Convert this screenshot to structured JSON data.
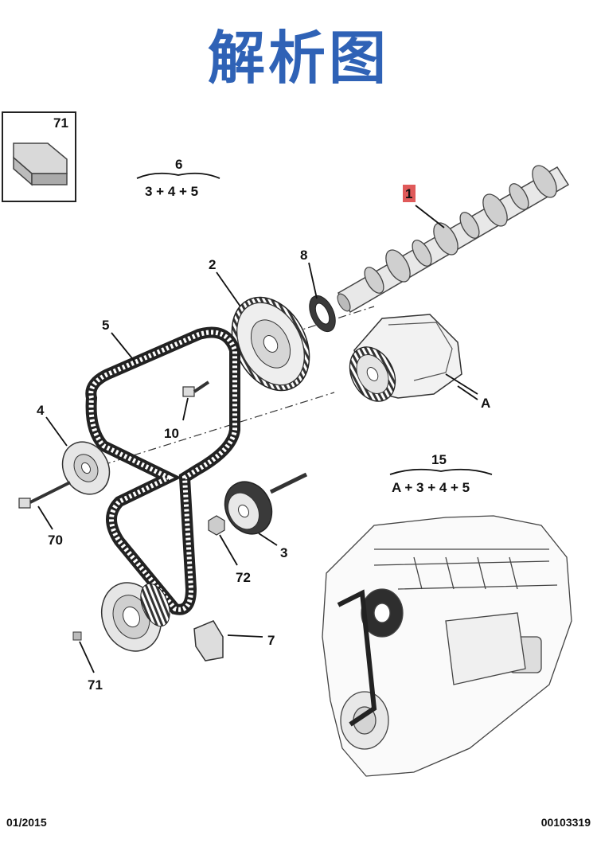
{
  "title": "解析图",
  "inset": {
    "label": "71"
  },
  "groups": [
    {
      "number": "6",
      "formula": "3 + 4 + 5"
    },
    {
      "number": "15",
      "formula": "A + 3 + 4 + 5"
    }
  ],
  "callouts": {
    "c1": "1",
    "c2": "2",
    "c3": "3",
    "c4": "4",
    "c5": "5",
    "c7": "7",
    "c8": "8",
    "c10": "10",
    "c70": "70",
    "c71": "71",
    "c72": "72",
    "cA": "A"
  },
  "highlight_color": "#e05a5a",
  "footer": {
    "date": "01/2015",
    "docnum": "00103319"
  }
}
